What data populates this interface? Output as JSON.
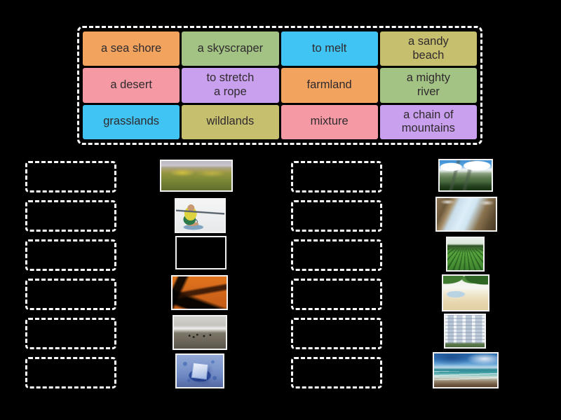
{
  "colors": {
    "background": "#000000",
    "dashed_outline": "#ffffff",
    "tile_text": "#302a2e",
    "tile_palette": {
      "orange": "#f2a45f",
      "green": "#a2c383",
      "blue": "#3fc4f3",
      "olive": "#c6bf6d",
      "pink": "#f59aa5",
      "purple": "#c9a0ee"
    }
  },
  "word_bank": {
    "tiles": [
      {
        "label": "a sea shore",
        "color": "#f2a45f"
      },
      {
        "label": "a skyscraper",
        "color": "#a2c383"
      },
      {
        "label": "to melt",
        "color": "#3fc4f3"
      },
      {
        "label": "a sandy\nbeach",
        "color": "#c6bf6d"
      },
      {
        "label": "a desert",
        "color": "#f59aa5"
      },
      {
        "label": "to stretch\na rope",
        "color": "#c9a0ee"
      },
      {
        "label": "farmland",
        "color": "#f2a45f"
      },
      {
        "label": "a mighty\nriver",
        "color": "#a2c383"
      },
      {
        "label": "grasslands",
        "color": "#3fc4f3"
      },
      {
        "label": "wildlands",
        "color": "#c6bf6d"
      },
      {
        "label": "mixture",
        "color": "#f59aa5"
      },
      {
        "label": "a chain of\nmountains",
        "color": "#c9a0ee"
      }
    ]
  },
  "match_area": {
    "left_column": [
      {
        "drop_zone": "empty",
        "image": "grasslands-meadow-photo"
      },
      {
        "drop_zone": "empty",
        "image": "boy-stretching-rope-photo"
      },
      {
        "drop_zone": "empty",
        "image": "bowl-of-mixed-nuts-photo"
      },
      {
        "drop_zone": "empty",
        "image": "desert-dunes-photo"
      },
      {
        "drop_zone": "empty",
        "image": "gray-wild-plain-photo"
      },
      {
        "drop_zone": "empty",
        "image": "melting-ice-cube-photo"
      }
    ],
    "right_column": [
      {
        "drop_zone": "empty",
        "image": "chain-of-mountains-photo"
      },
      {
        "drop_zone": "empty",
        "image": "mighty-river-photo"
      },
      {
        "drop_zone": "empty",
        "image": "farmland-crop-rows-photo"
      },
      {
        "drop_zone": "empty",
        "image": "sandy-beach-palms-photo"
      },
      {
        "drop_zone": "empty",
        "image": "skyscrapers-photo"
      },
      {
        "drop_zone": "empty",
        "image": "sea-shore-waves-photo"
      }
    ]
  }
}
